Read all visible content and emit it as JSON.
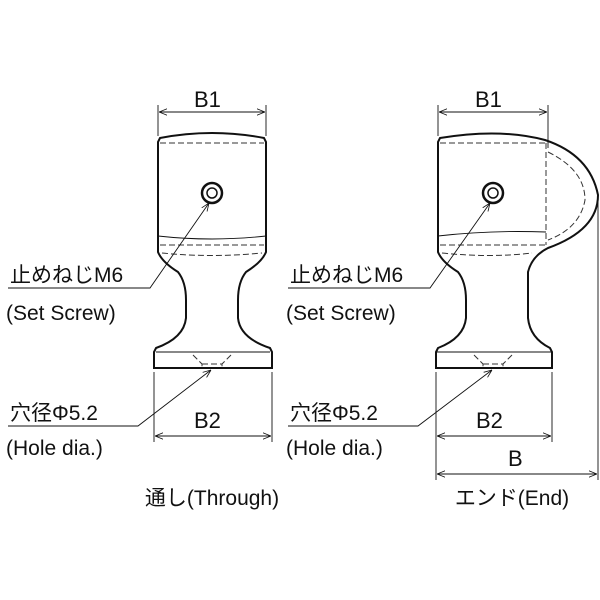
{
  "through": {
    "dim_b1": "B1",
    "dim_b2": "B2",
    "set_screw_jp": "止めねじM6",
    "set_screw_en": "(Set Screw)",
    "hole_jp": "穴径Φ5.2",
    "hole_en": "(Hole dia.)",
    "caption": "通し(Through)"
  },
  "end": {
    "dim_b1": "B1",
    "dim_b2": "B2",
    "dim_b": "B",
    "set_screw_jp": "止めねじM6",
    "set_screw_en": "(Set Screw)",
    "hole_jp": "穴径Φ5.2",
    "hole_en": "(Hole dia.)",
    "caption": "エンド(End)"
  }
}
